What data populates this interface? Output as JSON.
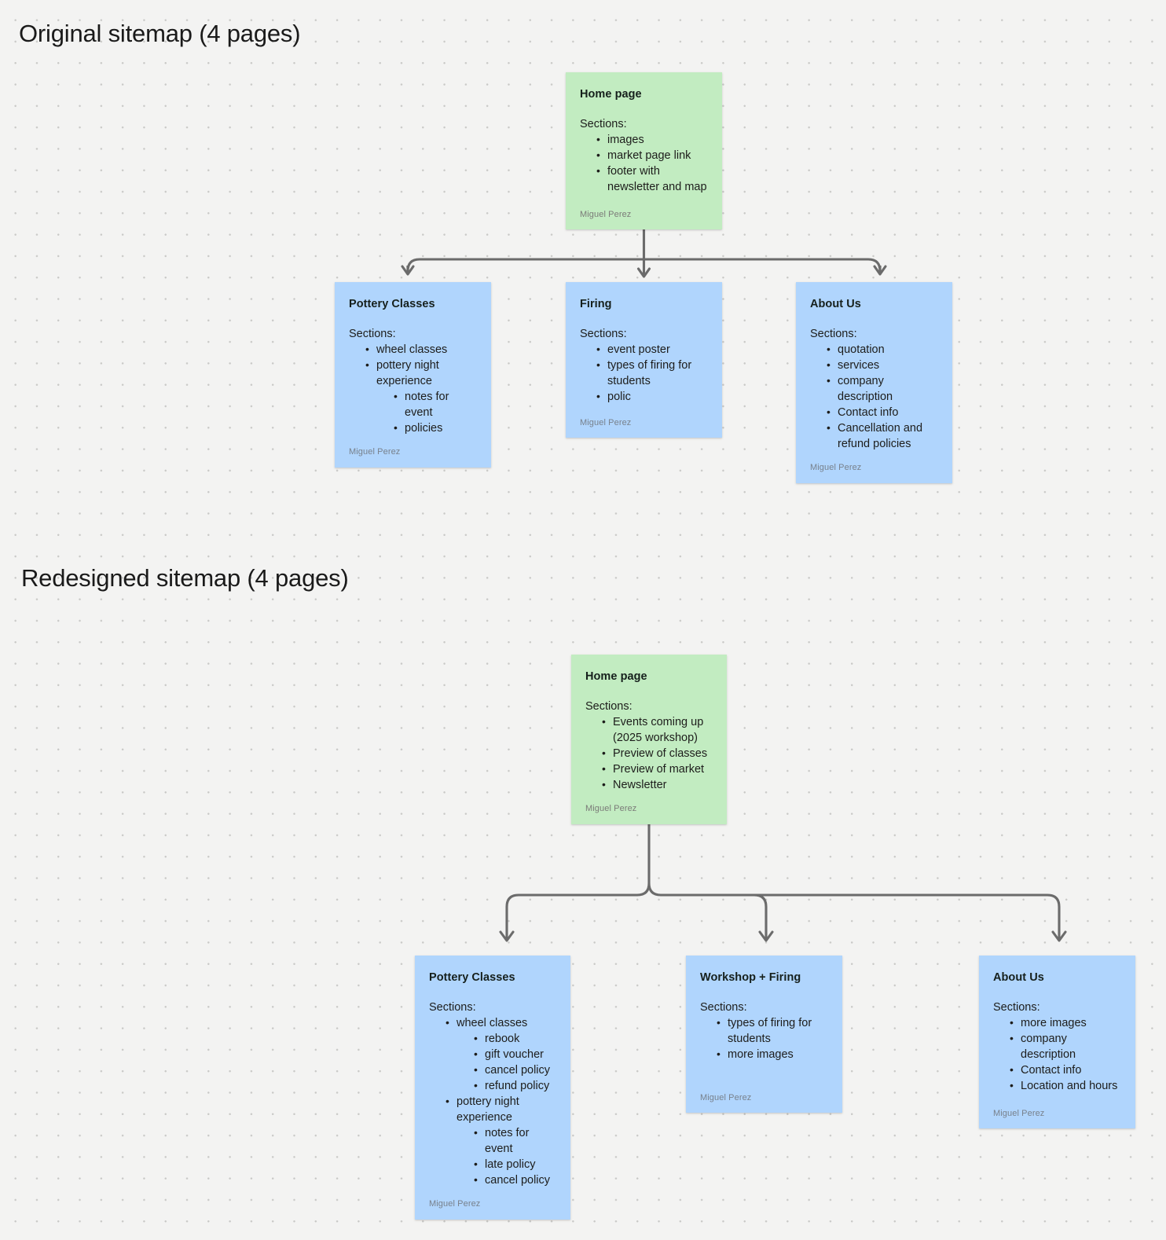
{
  "sections": [
    {
      "id": "original",
      "title": "Original sitemap (4 pages)",
      "root": {
        "title": "Home page",
        "sections_label": "Sections:",
        "author": "Miguel Perez",
        "items": [
          {
            "text": "images"
          },
          {
            "text": "market page link"
          },
          {
            "text": "footer with newsletter and map"
          }
        ]
      },
      "children": [
        {
          "title": "Pottery Classes",
          "sections_label": "Sections:",
          "author": "Miguel Perez",
          "items": [
            {
              "text": "wheel classes"
            },
            {
              "text": "pottery night experience",
              "children": [
                {
                  "text": "notes for event"
                },
                {
                  "text": "policies"
                }
              ]
            }
          ]
        },
        {
          "title": "Firing",
          "sections_label": "Sections:",
          "author": "Miguel Perez",
          "items": [
            {
              "text": "event poster"
            },
            {
              "text": "types of firing for students"
            },
            {
              "text": "polic"
            }
          ]
        },
        {
          "title": "About Us",
          "sections_label": "Sections:",
          "author": "Miguel Perez",
          "items": [
            {
              "text": "quotation"
            },
            {
              "text": "services"
            },
            {
              "text": "company description"
            },
            {
              "text": "Contact info"
            },
            {
              "text": "Cancellation and refund policies"
            }
          ]
        }
      ]
    },
    {
      "id": "redesigned",
      "title": "Redesigned sitemap (4 pages)",
      "root": {
        "title": "Home page",
        "sections_label": "Sections:",
        "author": "Miguel Perez",
        "items": [
          {
            "text": "Events coming up (2025 workshop)"
          },
          {
            "text": "Preview of classes"
          },
          {
            "text": "Preview of market"
          },
          {
            "text": "Newsletter"
          }
        ]
      },
      "children": [
        {
          "title": "Pottery Classes",
          "sections_label": "Sections:",
          "author": "Miguel Perez",
          "items": [
            {
              "text": "wheel classes",
              "children": [
                {
                  "text": "rebook"
                },
                {
                  "text": "gift voucher"
                },
                {
                  "text": "cancel policy"
                },
                {
                  "text": "refund policy"
                }
              ]
            },
            {
              "text": "pottery night experience",
              "children": [
                {
                  "text": "notes for event"
                },
                {
                  "text": "late policy"
                },
                {
                  "text": "cancel policy"
                }
              ]
            }
          ]
        },
        {
          "title": "Workshop + Firing",
          "sections_label": "Sections:",
          "author": "Miguel Perez",
          "items": [
            {
              "text": "types of firing for students"
            },
            {
              "text": "more images"
            }
          ]
        },
        {
          "title": "About Us",
          "sections_label": "Sections:",
          "author": "Miguel Perez",
          "items": [
            {
              "text": "more images"
            },
            {
              "text": "company description"
            },
            {
              "text": "Contact info"
            },
            {
              "text": "Location and hours"
            }
          ]
        }
      ]
    }
  ],
  "colors": {
    "canvas": "#f3f3f2",
    "dot": "#c9c9c7",
    "green_card": "#c2ecc1",
    "blue_card": "#b0d5fd",
    "connector": "#6b6b6b",
    "text": "#1d1d1b",
    "author_text": "#7b7b78"
  }
}
